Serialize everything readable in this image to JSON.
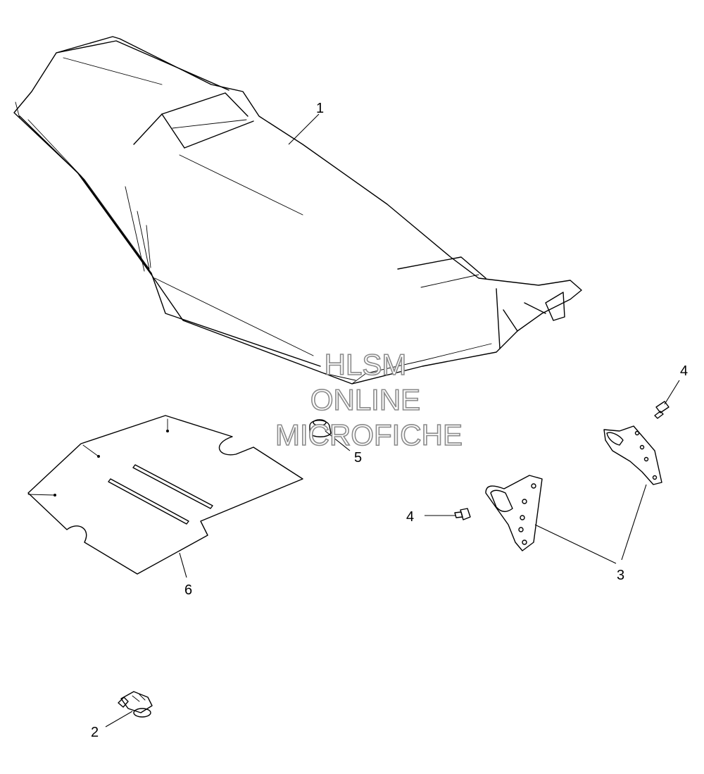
{
  "callouts": {
    "seat": "1",
    "clip": "2",
    "brackets": "3",
    "screw_upper": "4",
    "screw_lower": "4",
    "bumper": "5",
    "pad": "6"
  },
  "watermark": {
    "line1": "HLSM",
    "line2": "ONLINE",
    "line3": "MICROFICHE"
  }
}
